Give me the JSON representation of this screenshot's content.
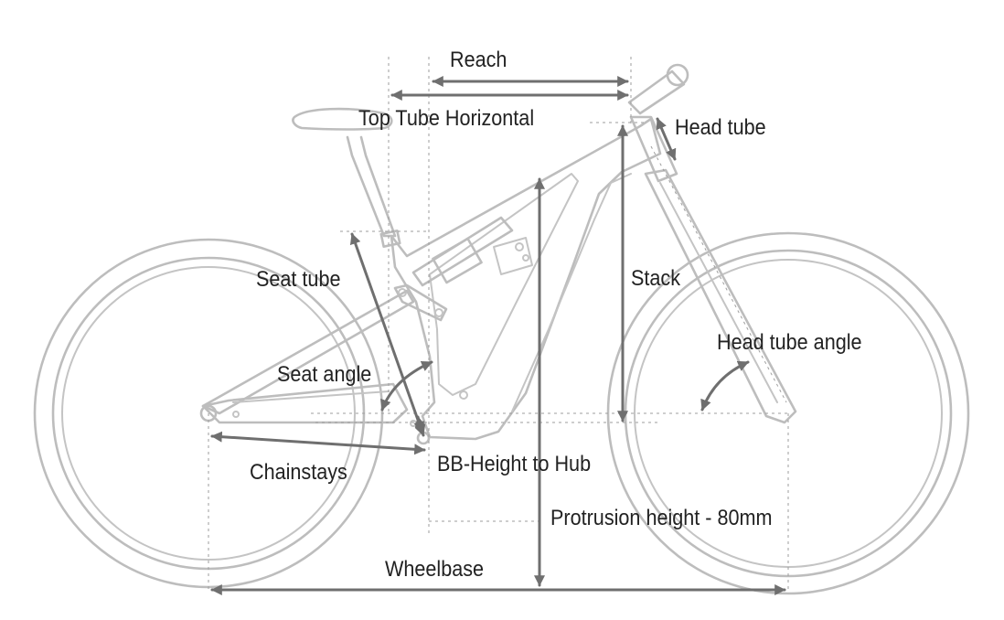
{
  "labels": {
    "reach": "Reach",
    "top_tube": "Top Tube Horizontal",
    "head_tube": "Head tube",
    "stack": "Stack",
    "seat_tube": "Seat tube",
    "head_tube_angle": "Head tube angle",
    "seat_angle": "Seat angle",
    "chainstays": "Chainstays",
    "bb_height": "BB-Height to Hub",
    "protrusion": "Protrusion height - 80mm",
    "wheelbase": "Wheelbase"
  },
  "colors": {
    "frame_lines": "#bdbdbd",
    "dimension_arrows": "#6f6f6f",
    "guide_lines": "#9e9e9e",
    "text": "#222222"
  }
}
